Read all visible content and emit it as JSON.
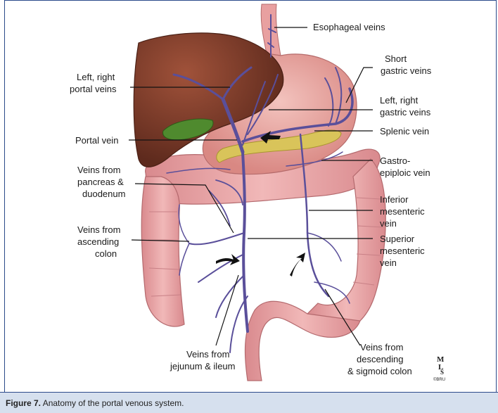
{
  "labels": {
    "esophageal": "Esophageal veins",
    "short_gastric_1": "Short",
    "short_gastric_2": "gastric veins",
    "left_right_portal_1": "Left, right",
    "left_right_portal_2": "portal veins",
    "left_right_gastric_1": "Left, right",
    "left_right_gastric_2": "gastric veins",
    "splenic": "Splenic vein",
    "portal": "Portal vein",
    "gastro_1": "Gastro-",
    "gastro_2": "epiploic vein",
    "pancreas_1": "Veins from",
    "pancreas_2": "pancreas &",
    "pancreas_3": "duodenum",
    "inferior_1": "Inferior",
    "inferior_2": "mesenteric",
    "inferior_3": "vein",
    "ascending_1": "Veins from",
    "ascending_2": "ascending",
    "ascending_3": "colon",
    "superior_1": "Superior",
    "superior_2": "mesenteric",
    "superior_3": "vein",
    "jejunum_1": "Veins from",
    "jejunum_2": "jejunum & ileum",
    "descending_1": "Veins from",
    "descending_2": "descending",
    "descending_3": "& sigmoid colon"
  },
  "signature": "MLS ©BRU",
  "caption": {
    "figure_label": "Figure 7.",
    "text": " Anatomy of the portal venous system."
  },
  "colors": {
    "liver": "#7a3a2a",
    "stomach": "#e8a7a3",
    "colon": "#e9a6a6",
    "gallbladder": "#4a7a2a",
    "pancreas": "#d9c45a",
    "veins": "#5a4f9a",
    "caption_bg": "#d6e0ee",
    "border": "#2b4a8a"
  }
}
